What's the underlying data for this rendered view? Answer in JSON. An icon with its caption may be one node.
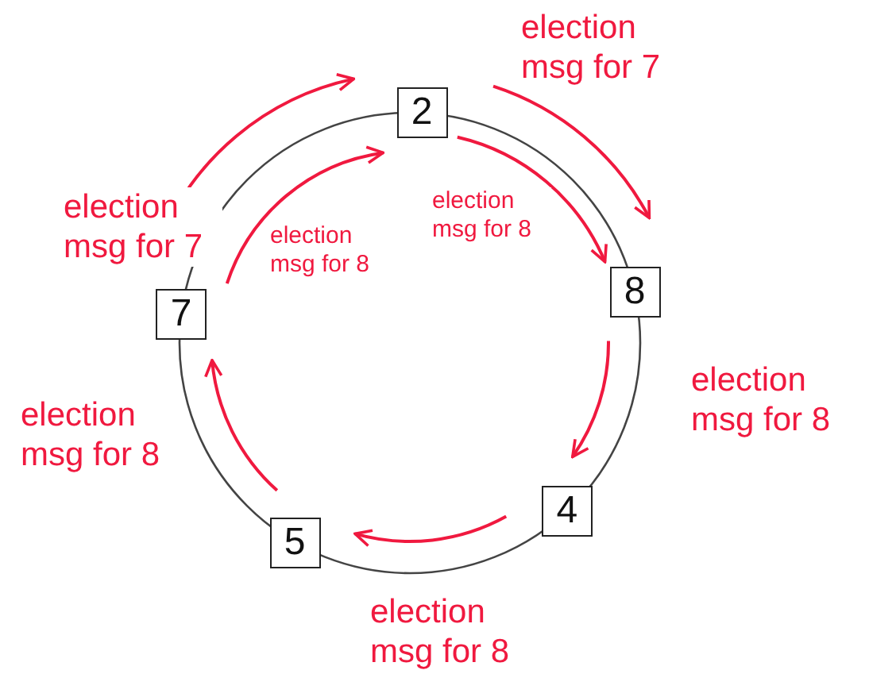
{
  "diagram": {
    "nodes": [
      {
        "text": [
          "2"
        ]
      },
      {
        "text": [
          "7"
        ]
      },
      {
        "text": [
          "8"
        ]
      },
      {
        "text": [
          "5"
        ]
      },
      {
        "text": [
          "4"
        ]
      }
    ],
    "edges": [
      {
        "from": 1,
        "to": 0,
        "arrow": "to",
        "label": "election msg for 7"
      },
      {
        "from": 0,
        "to": 2,
        "arrow": "to",
        "label": "election msg for 7"
      },
      {
        "from": 0,
        "to": 2,
        "arrow": "to",
        "label": "election msg for 8"
      },
      {
        "from": 1,
        "to": 0,
        "arrow": "to",
        "label": "election msg for 8"
      },
      {
        "from": 2,
        "to": 4,
        "arrow": "to",
        "label": "election msg for 8"
      },
      {
        "from": 3,
        "to": 1,
        "arrow": "to",
        "label": "election msg for 8"
      },
      {
        "from": 4,
        "to": 3,
        "arrow": "to",
        "label": "election msg for 8"
      }
    ]
  }
}
